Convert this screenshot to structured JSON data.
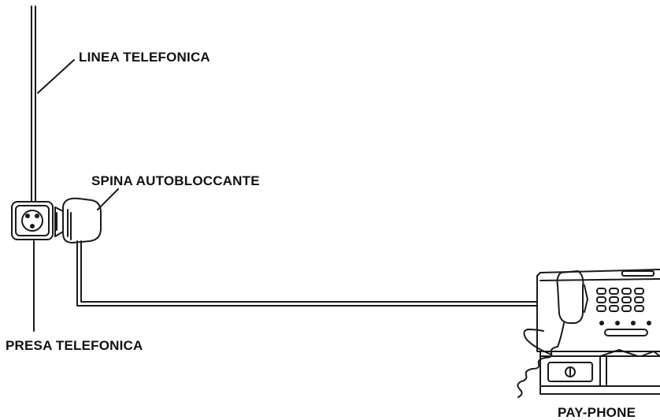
{
  "labels": {
    "linea_telefonica": "LINEA TELEFONICA",
    "spina_autobloccante": "SPINA AUTOBLOCCANTE",
    "presa_telefonica": "PRESA TELEFONICA",
    "pay_phone": "PAY-PHONE"
  },
  "colors": {
    "line": "#1a1a1a",
    "background": "#ffffff"
  },
  "icons": {
    "wall_socket": "telephone-wall-socket",
    "plug": "self-locking-plug",
    "payphone": "payphone-unit"
  }
}
